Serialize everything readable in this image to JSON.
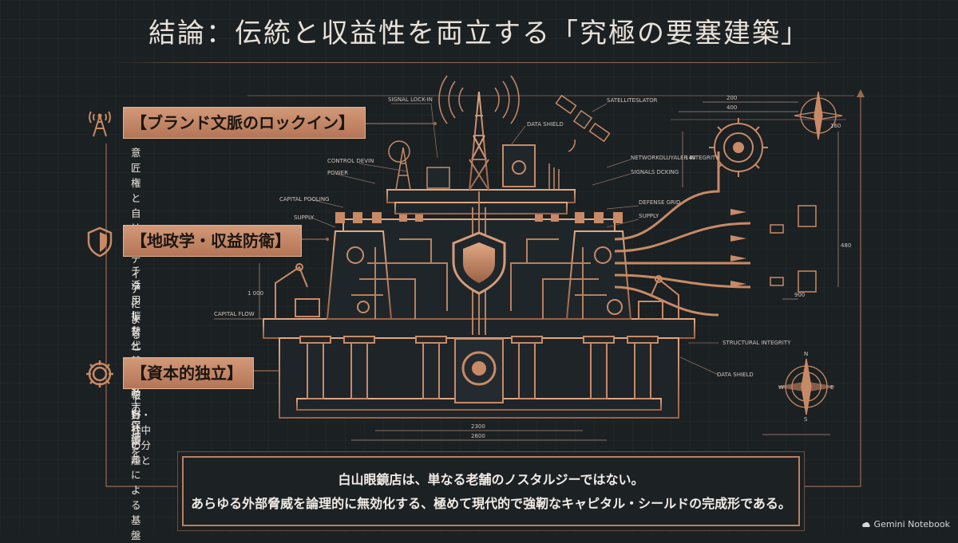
{
  "title": "結論：伝統と収益性を両立する「究極の要塞建築」",
  "sections": [
    {
      "label": "【ブランド文脈のロックイン】",
      "desc1": "意匠権と自社メディアによる一次情報の保護",
      "desc2": "",
      "icon": "antenna-tower-icon"
    },
    {
      "label": "【地政学・収益防衛】",
      "desc1": "チタン振替とパートナー網を",
      "desc2": "活用した代替回路",
      "icon": "shield-icon"
    },
    {
      "label": "【資本的独立】",
      "desc1": "上野・谷中の分離と",
      "desc2": "自社ビルによる基盤",
      "icon": "gear-icon"
    }
  ],
  "diagram_labels": {
    "signal_lock": "SIGNAL LOCK-IN",
    "data_shield_top": "DATA SHIELD",
    "satellite": "SATELLITESLATOR",
    "control": "CONTROL DEVIN",
    "power": "POWER",
    "capital_pooling": "CAPITAL POOLING",
    "supply_left": "SUPPLY",
    "capital_flow": "CAPITAL FLOW",
    "network_integrity": "NETWORKOLUYALER INTEGRITY",
    "signals": "SIGNALS DCKING",
    "defense_grid": "DEFENSE GRID",
    "supply_right": "SUPPLY",
    "structural_integrity": "STRUCTURAL INTEGRITY",
    "data_shield_bottom": "DATA SHIELD",
    "dim_200": "200",
    "dim_400": "400",
    "dim_2300": "2300",
    "dim_2600": "2600",
    "dim_900": "900",
    "dim_140": "140",
    "dim_160": "160",
    "dim_480": "480",
    "dim_1000": "1 000",
    "compass_n": "N",
    "compass_e": "E",
    "compass_w": "W",
    "compass_s": "S"
  },
  "conclusion": {
    "line1": "白山眼鏡店は、単なる老舗のノスタルジーではない。",
    "line2": "あらゆる外部脅威を論理的に無効化する、極めて現代的で強靭なキャピタル・シールドの完成形である。"
  },
  "brand": "Gemini Notebook",
  "colors": {
    "copper": "#c88a66",
    "background": "#1b2023",
    "line": "#b9805f"
  }
}
